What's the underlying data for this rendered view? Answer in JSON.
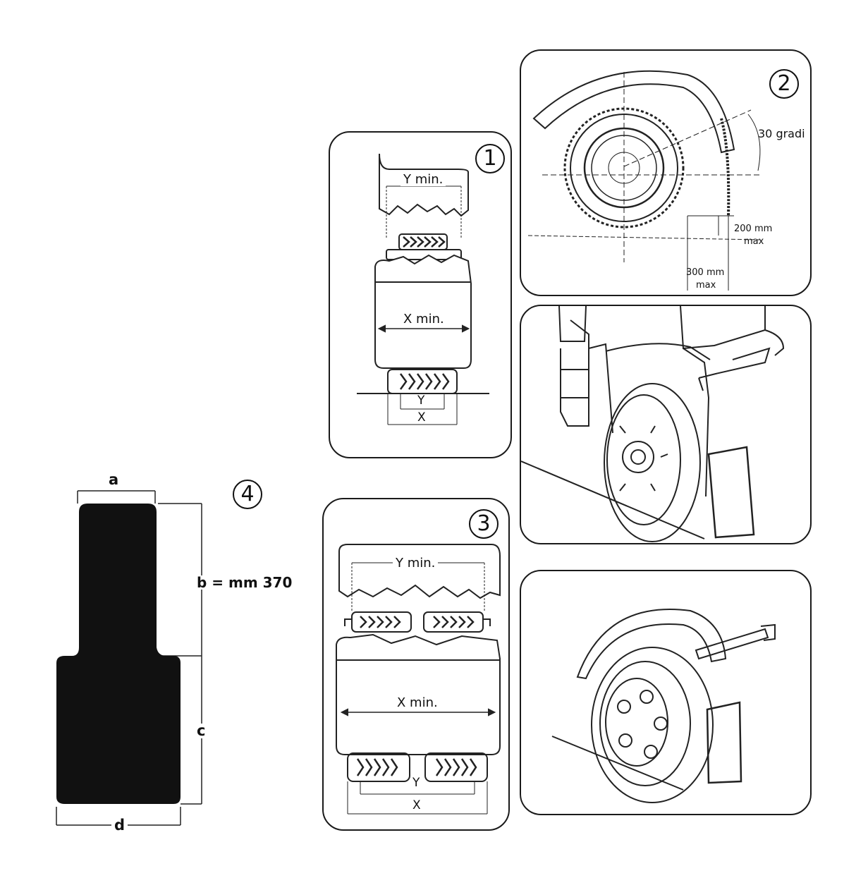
{
  "panel1": {
    "number": "1",
    "y_min": "Y min.",
    "x_min": "X min.",
    "y": "Y",
    "x": "X"
  },
  "panel2": {
    "number": "2",
    "angle": "30 gradi",
    "dim1_value": "200 mm",
    "dim1_unit": "max",
    "dim2_value": "300 mm",
    "dim2_unit": "max"
  },
  "panel3": {
    "number": "3",
    "y_min": "Y min.",
    "x_min": "X min.",
    "y": "Y",
    "x": "X"
  },
  "panel4": {
    "number": "4",
    "a": "a",
    "b": "b = mm 370",
    "c": "c",
    "d": "d"
  },
  "colors": {
    "ink": "#1a1a1a",
    "fill": "#111111",
    "background": "#ffffff"
  }
}
